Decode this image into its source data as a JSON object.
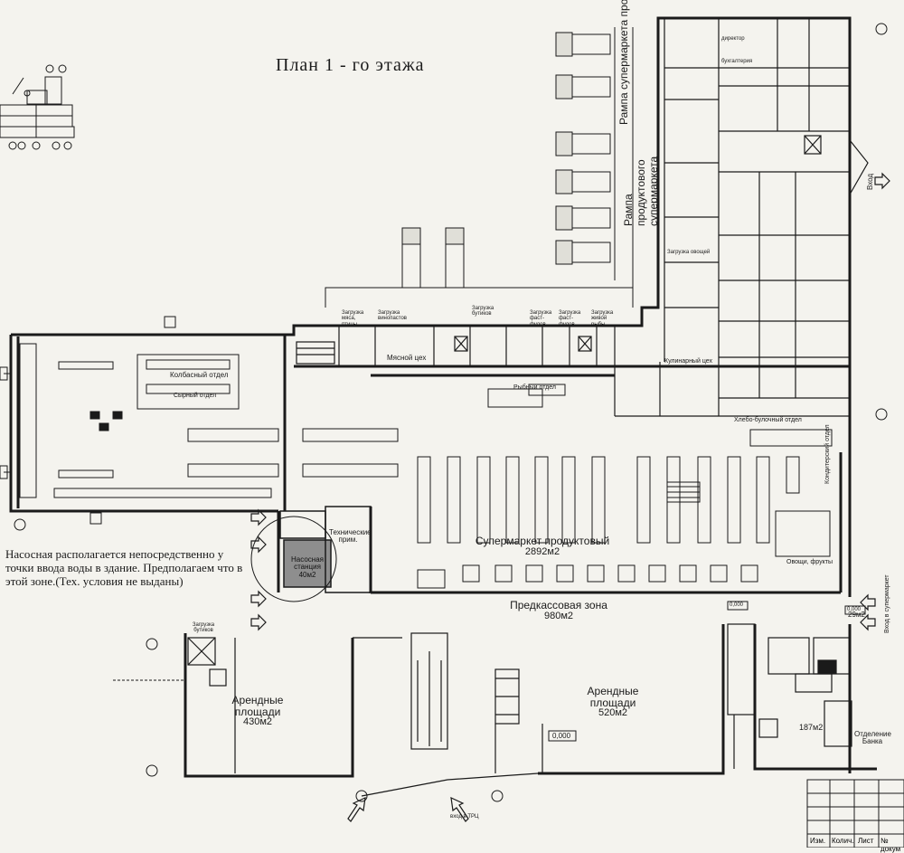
{
  "title": "План 1 - го этажа",
  "note": "Насосная располагается непосредственно у точки ввода воды в здание. Предполагаем что в этой зоне.(Тех. условия не выданы)",
  "rooms": {
    "supermarket": "Супермаркет продуктовый",
    "supermarket_area": "2892м2",
    "checkout": "Предкассовая зона",
    "checkout_area": "980м2",
    "rent_left": "Арендные площади",
    "rent_left_area": "430м2",
    "rent_center": "Арендные площади",
    "rent_center_area": "520м2",
    "pump": "Насосная станция",
    "pump_area": "40м2",
    "tech": "Технические прим.",
    "bank": "Отделение Банка",
    "bank_area": "187м2",
    "meat": "Мясной цех",
    "culinary": "Кулинарный цех",
    "fish": "Рыбный отдел",
    "sausage": "Колбасный отдел",
    "cheese": "Сырный отдел",
    "bakery": "Хлебо-булочный отдел",
    "vegetables": "Овощи, фрукты",
    "confectionery": "Кондитерский отдел",
    "director": "директор",
    "accounting": "бухгалтерия",
    "loading_vegetables": "Загрузка овощей",
    "small_area": "29м2"
  },
  "ramps": {
    "goods": "Рампа супермаркета промтоваров",
    "food": "Рампа продуктового супермаркета"
  },
  "loading_labels": [
    "Загрузка мяса, птицы",
    "Загрузка винопастов",
    "Загрузка бутиков",
    "Загрузка фаст-фудов",
    "Загрузка фаст-фудов",
    "Загрузка живой рыбы"
  ],
  "entrances": {
    "right_top": "Вход",
    "right_middle": "Вход в супермаркет",
    "left_boutiques": "Загрузка бутиков",
    "mall": "вход в ТРЦ"
  },
  "markers": {
    "zero_level_1": "0,000",
    "zero_level_2": "0,000",
    "zero_level_3": "0,000"
  },
  "stamp": [
    "Изм.",
    "Колич.",
    "Лист",
    "№ докум"
  ]
}
